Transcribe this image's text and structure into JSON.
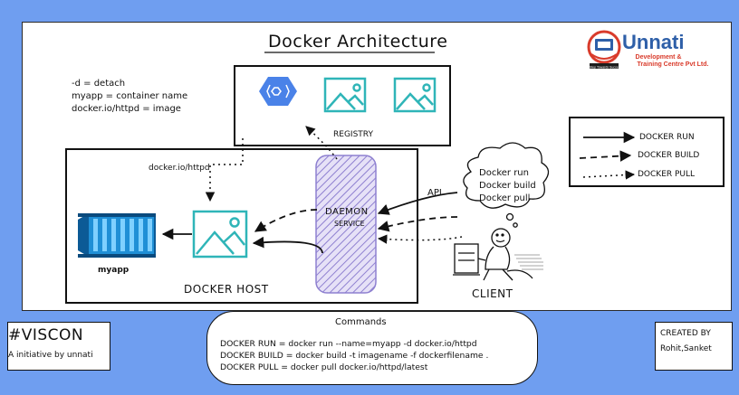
{
  "title": "Docker Architecture",
  "notes": [
    "-d = detach",
    "myapp = container name",
    "docker.io/httpd = image"
  ],
  "logo": {
    "name": "Unnati",
    "subtitle_line1": "Development &",
    "subtitle_line2": "Training Centre Pvt Ltd.",
    "tagline": "A Step Towards Success"
  },
  "registry_label": "REGISTRY",
  "image_path_label": "docker.io/httpd",
  "container_label": "myapp",
  "docker_host_label": "DOCKER HOST",
  "daemon_label": "DAEMON",
  "service_label": "SERVICE",
  "api_label": "API",
  "client_label": "CLIENT",
  "client_thoughts": [
    "Docker run",
    "Docker build",
    "Docker pull"
  ],
  "legend": [
    {
      "label": "DOCKER RUN",
      "style": "solid"
    },
    {
      "label": "DOCKER BUILD",
      "style": "dashed"
    },
    {
      "label": "DOCKER PULL",
      "style": "dotted"
    }
  ],
  "viscon": {
    "title": "#VISCON",
    "subtitle": "A initiative by unnati"
  },
  "commands": {
    "heading": "Commands",
    "lines": [
      "DOCKER RUN = docker run --name=myapp -d docker.io/httpd",
      "DOCKER BUILD = docker build -t imagename -f dockerfilename .",
      "DOCKER PULL = docker pull docker.io/httpd/latest"
    ]
  },
  "created": {
    "heading": "CREATED BY",
    "names": "Rohit,Sanket"
  },
  "colors": {
    "background": "#6f9ef0",
    "image_icon": "#2fb5b8",
    "registry_hex": "#4a82e8",
    "daemon_fill": "#9b8fd6",
    "container_blue": "#1f8fd6",
    "logo_red": "#d93b2b",
    "logo_blue": "#2e5fa8"
  },
  "icons": [
    "gcp-registry-icon",
    "image-icon",
    "container-icon",
    "thought-bubble-icon",
    "person-at-laptop-icon",
    "logo-icon"
  ]
}
